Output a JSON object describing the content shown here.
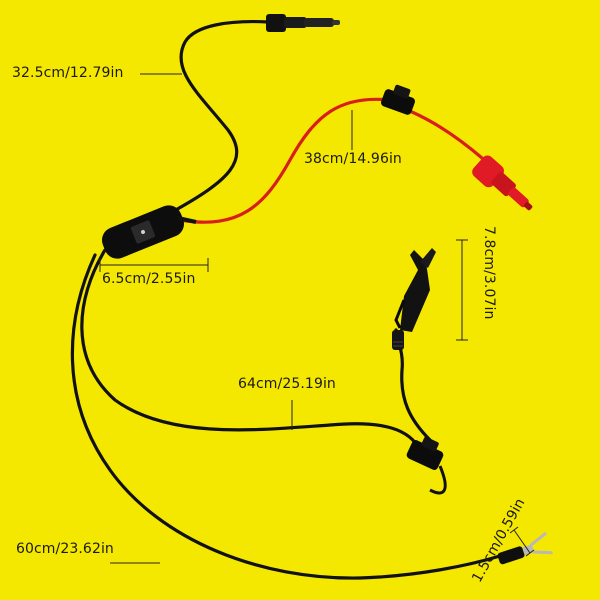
{
  "measurements": {
    "cable_top": "32.5cm/12.79in",
    "cable_red": "38cm/14.96in",
    "switch_length": "6.5cm/2.55in",
    "clip_length": "7.8cm/3.07in",
    "cable_clip": "64cm/25.19in",
    "cable_bottom": "60cm/23.62in",
    "terminal_length": "1.5cm/0.59in"
  },
  "colors": {
    "background": "#f5e800",
    "cable_black": "#111111",
    "cable_red": "#d81e1e",
    "dimension_line": "#222222"
  },
  "icons": [
    "rocker-switch-icon",
    "fuse-holder-icon",
    "alligator-clip-icon",
    "banana-plug-icon",
    "fork-terminal-icon"
  ]
}
